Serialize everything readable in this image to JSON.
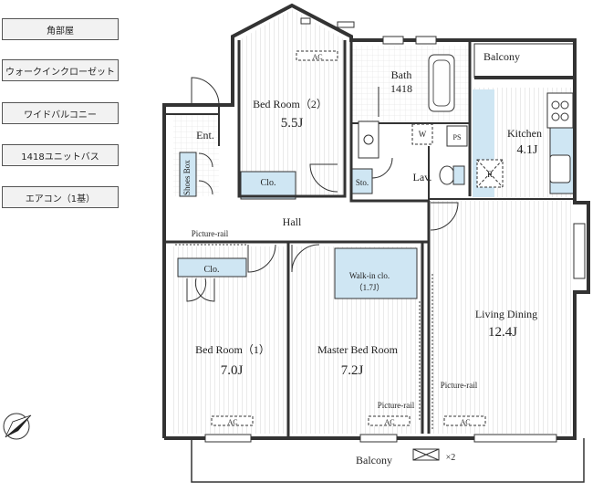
{
  "features": [
    "角部屋",
    "ウォークインクローゼット",
    "ワイドバルコニー",
    "1418ユニットバス",
    "エアコン（1基）"
  ],
  "rooms": {
    "bedroom2": {
      "name": "Bed Room（2）",
      "size": "5.5J"
    },
    "bath": {
      "name": "Bath",
      "size": "1418"
    },
    "balcony_top": "Balcony",
    "kitchen": {
      "name": "Kitchen",
      "size": "4.1J"
    },
    "entrance": "Ent.",
    "shoes_box": "Shoes Box",
    "closet2": "Clo.",
    "storage": "Sto.",
    "lavatory": "Lav.",
    "hall": "Hall",
    "picture_rail_hall": "Picture-rail",
    "closet1": "Clo.",
    "walkin": {
      "name": "Walk-in clo.",
      "size": "（1.7J）"
    },
    "living": {
      "name": "Living Dining",
      "size": "12.4J"
    },
    "bedroom1": {
      "name": "Bed Room（1）",
      "size": "7.0J"
    },
    "master": {
      "name": "Master Bed Room",
      "size": "7.2J"
    },
    "picture_rail_master": "Picture-rail",
    "picture_rail_living": "Picture-rail",
    "balcony_bottom": "Balcony",
    "balcony_units": "×2"
  },
  "fixtures": {
    "ac": "AC",
    "washer": "W",
    "pipe_space": "PS",
    "fridge": "R"
  }
}
